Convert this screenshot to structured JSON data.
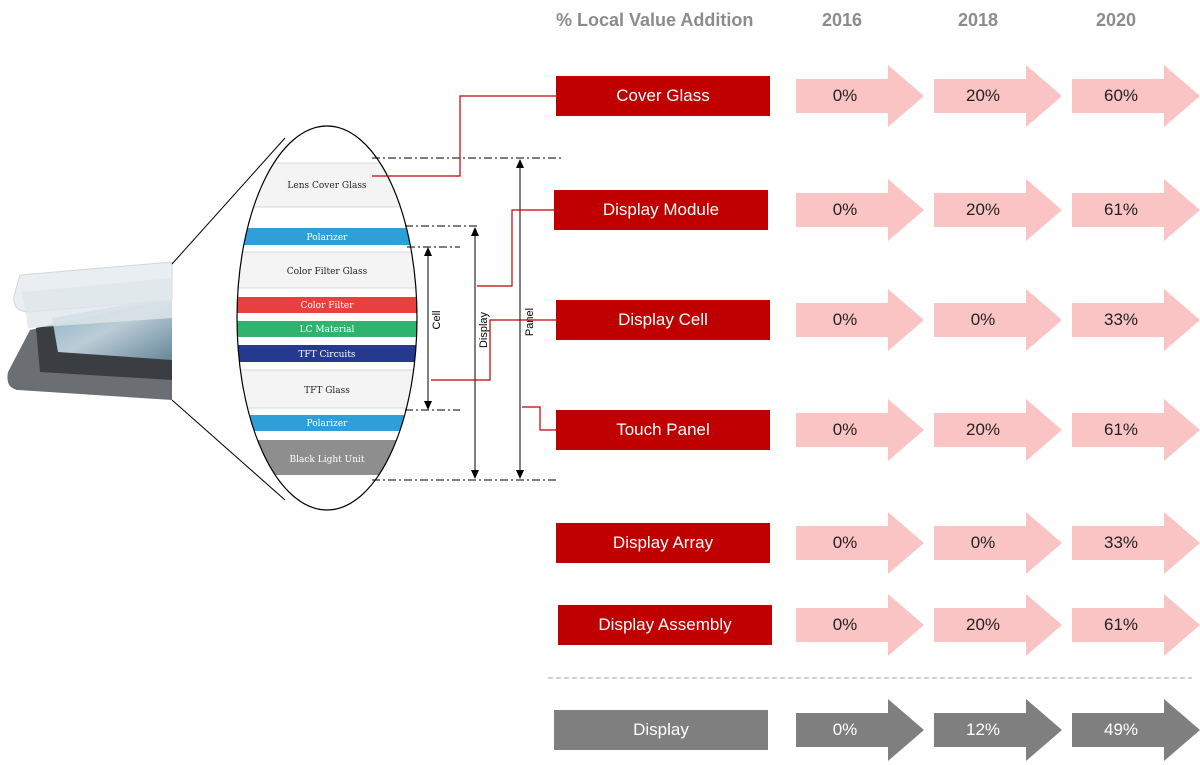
{
  "header": {
    "title": "% Local Value Addition",
    "years": [
      "2016",
      "2018",
      "2020"
    ]
  },
  "rows": [
    {
      "label": "Cover Glass",
      "values": [
        "0%",
        "20%",
        "60%"
      ]
    },
    {
      "label": "Display Module",
      "values": [
        "0%",
        "20%",
        "61%"
      ]
    },
    {
      "label": "Display Cell",
      "values": [
        "0%",
        "0%",
        "33%"
      ]
    },
    {
      "label": "Touch Panel",
      "values": [
        "0%",
        "20%",
        "61%"
      ]
    },
    {
      "label": "Display Array",
      "values": [
        "0%",
        "0%",
        "33%"
      ]
    },
    {
      "label": "Display Assembly",
      "values": [
        "0%",
        "20%",
        "61%"
      ]
    }
  ],
  "total": {
    "label": "Display",
    "values": [
      "0%",
      "12%",
      "49%"
    ]
  },
  "layers": [
    "Lens Cover Glass",
    "Polarizer",
    "Color Filter Glass",
    "Color Filter",
    "LC Material",
    "TFT Circuits",
    "TFT Glass",
    "Polarizer",
    "Black Light Unit"
  ],
  "dimensions": {
    "cell": "Cell",
    "display": "Display",
    "panel": "Panel"
  },
  "colors": {
    "label_red": "#c00000",
    "arrow_pink": "#fbc4c4",
    "total_gray": "#7f7f7f",
    "header_gray": "#8c8c8c",
    "polarizer": "#2e9fd8",
    "color_filter": "#e84040",
    "lc_material": "#2fb36f",
    "tft_circuits": "#253a8f",
    "backlight": "#8e8e8e"
  }
}
